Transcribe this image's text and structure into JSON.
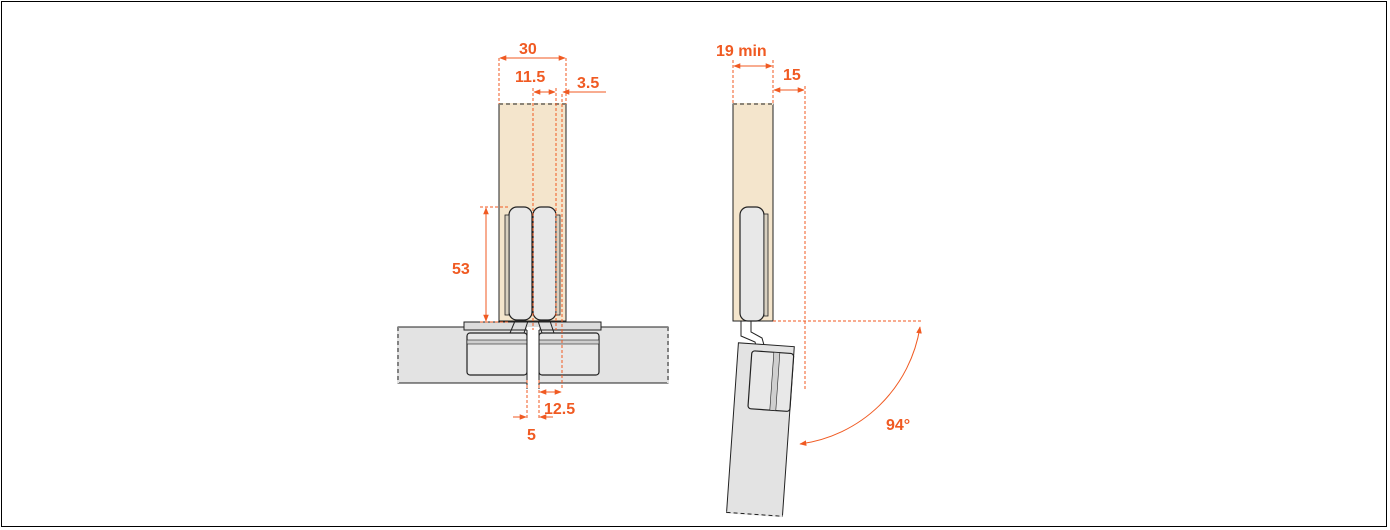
{
  "colors": {
    "dimension": "#f05a22",
    "wood": "#f4e5cc",
    "hinge": "#e8e8e8",
    "outline": "#222222",
    "panel": "#e3e3e3"
  },
  "front_view": {
    "width_total": "30",
    "cup_offset": "11.5",
    "edge_distance": "3.5",
    "cup_height": "53",
    "plate_offset": "12.5",
    "gap": "5"
  },
  "side_view": {
    "min_thickness": "19 min",
    "overlay": "15",
    "opening_angle": "94°"
  }
}
